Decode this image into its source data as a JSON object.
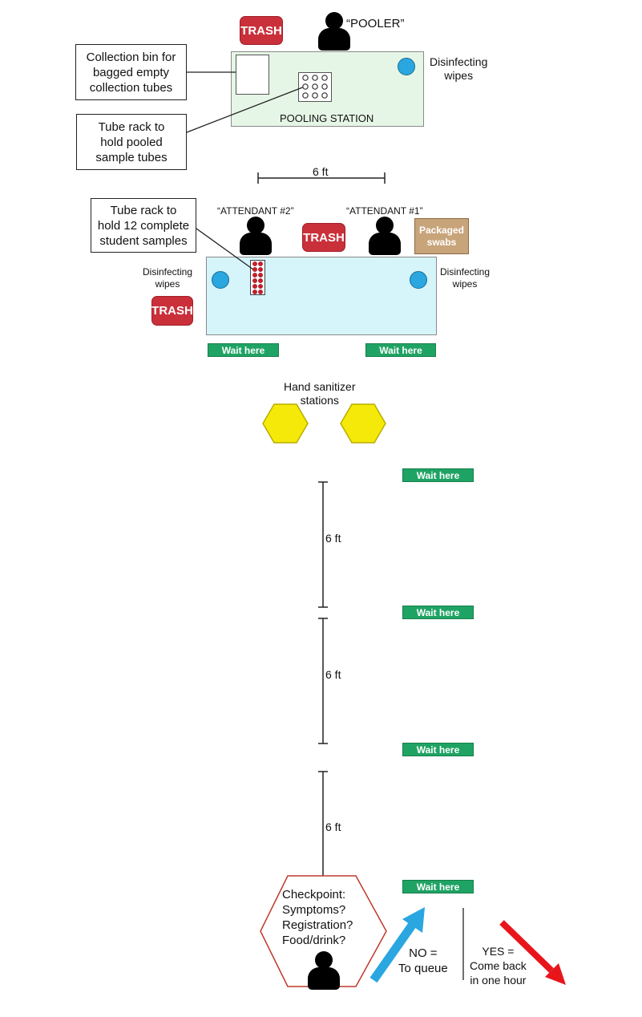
{
  "pooling": {
    "trash_label": "TRASH",
    "pooler_label": "“POOLER”",
    "wipes_label": "Disinfecting\nwipes",
    "station_label": "POOLING STATION",
    "bin_callout": "Collection bin for\nbagged empty\ncollection tubes",
    "rack_callout": "Tube rack to\nhold pooled\nsample tubes"
  },
  "distance_top": "6 ft",
  "collection": {
    "attendant2_label": "“ATTENDANT #2”",
    "attendant1_label": "“ATTENDANT #1”",
    "trash_center_label": "TRASH",
    "trash_left_label": "TRASH",
    "swabs_label": "Packaged\nswabs",
    "wipes_left_label": "Disinfecting\nwipes",
    "wipes_right_label": "Disinfecting\nwipes",
    "rack_callout": "Tube rack to\nhold 12 complete\nstudent samples",
    "wait_left": "Wait here",
    "wait_right": "Wait here"
  },
  "sanitizer_label": "Hand sanitizer\nstations",
  "queue": {
    "wait_labels": [
      "Wait here",
      "Wait here",
      "Wait here",
      "Wait here"
    ],
    "distances": [
      "6 ft",
      "6 ft",
      "6 ft"
    ]
  },
  "checkpoint": {
    "text": "Checkpoint:\nSymptoms?\nRegistration?\nFood/drink?",
    "no_label": "NO =\nTo queue",
    "yes_label": "YES =\nCome back\nin one hour"
  },
  "colors": {
    "trash": "#c9303a",
    "wait": "#1fa364",
    "pooling_table": "#e6f6e6",
    "collection_table": "#d5f5fb",
    "sanitizer": "#f5e90a",
    "wipes": "#2aa6e0",
    "swabs": "#c8a47a",
    "arrow_no": "#2aa6e0",
    "arrow_yes": "#e8151b"
  }
}
